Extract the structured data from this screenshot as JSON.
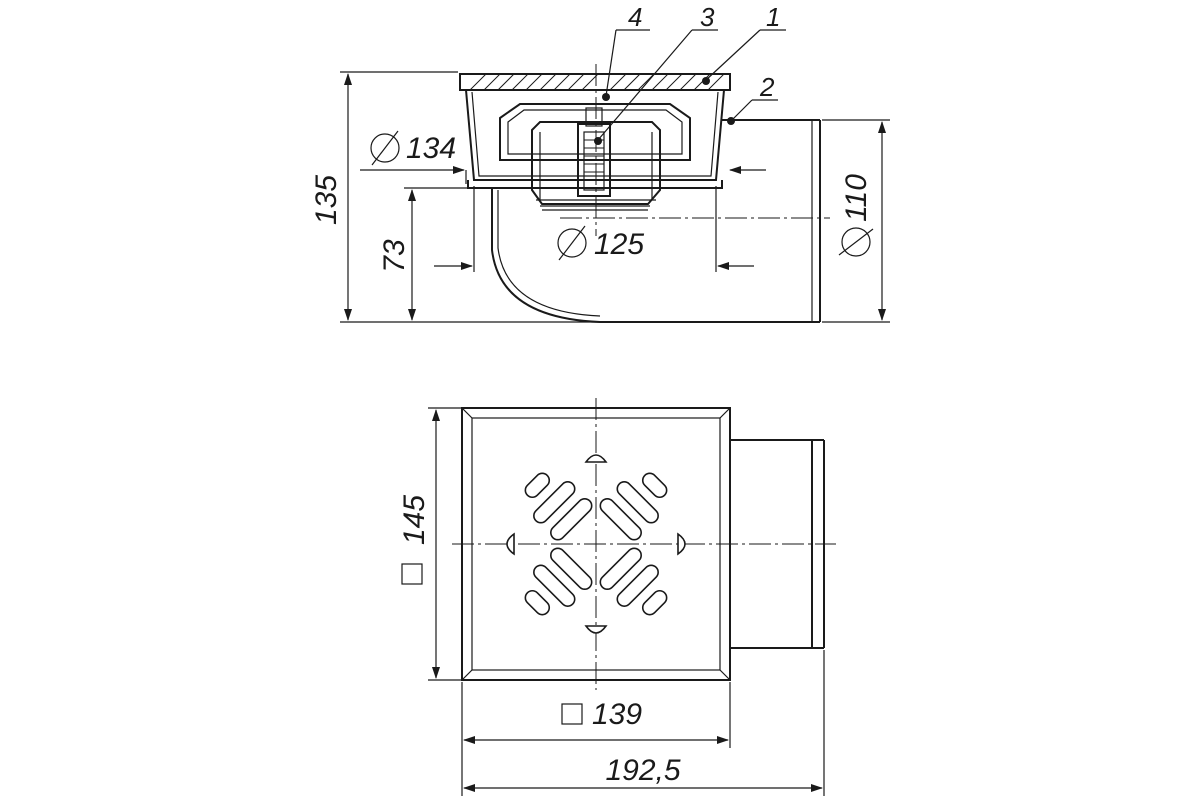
{
  "side_view": {
    "callouts": {
      "item_1": "1",
      "item_2": "2",
      "item_3": "3",
      "item_4": "4"
    },
    "dimensions": {
      "flange_diameter": "134",
      "overall_height": "135",
      "outlet_axis_height": "73",
      "body_diameter": "125",
      "outlet_diameter": "110"
    },
    "diameter_symbol": "⌀"
  },
  "top_view": {
    "dimensions": {
      "frame_square": "145",
      "grate_square": "139",
      "overall_length": "192,5"
    },
    "square_symbol": "□"
  }
}
